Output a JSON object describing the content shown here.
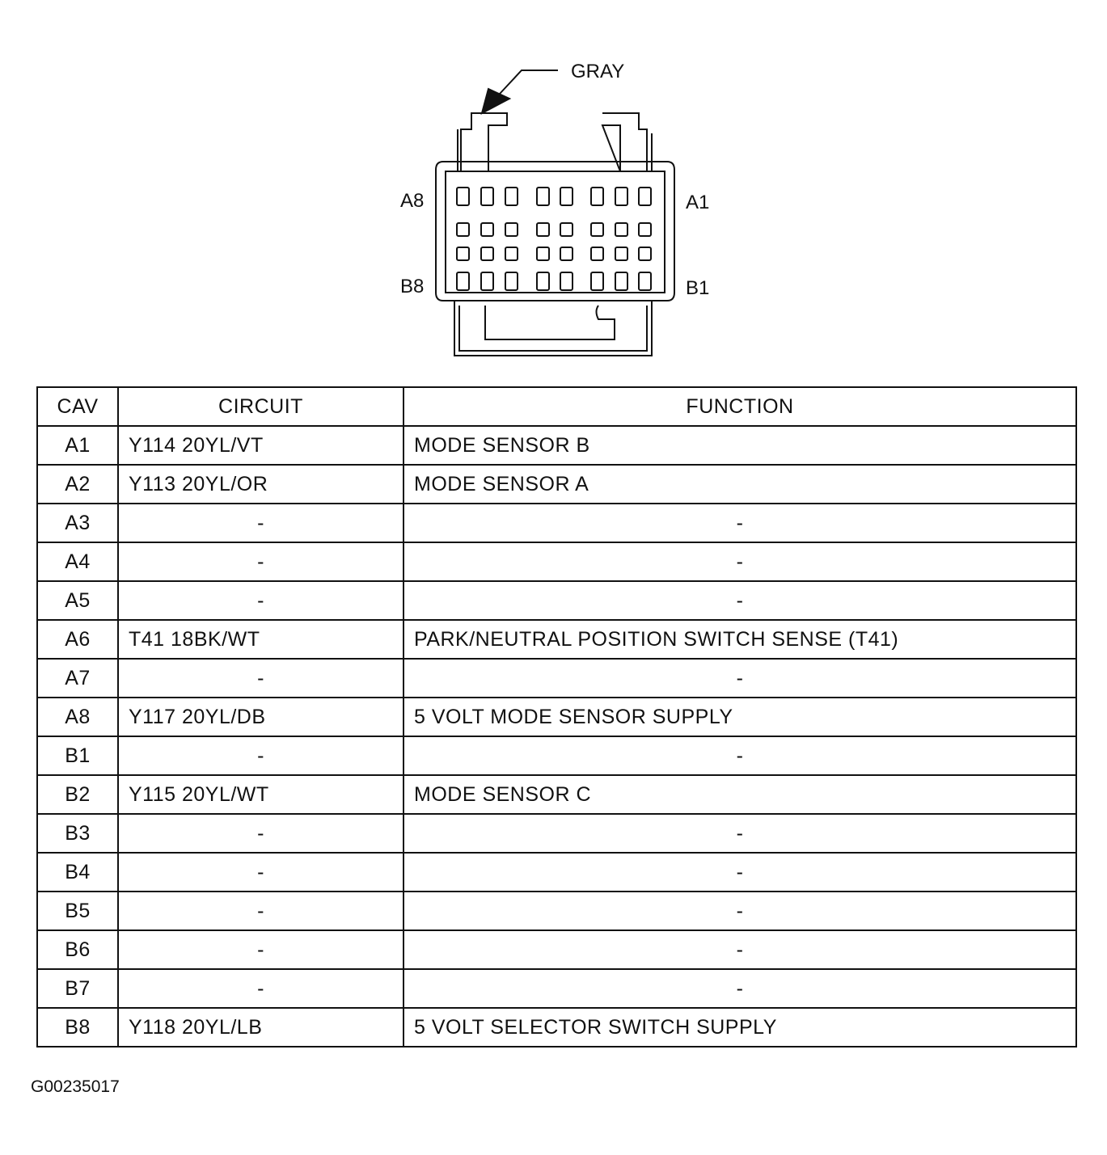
{
  "connector": {
    "color_label": "GRAY",
    "cavity_labels": {
      "top_left": "A8",
      "top_right": "A1",
      "bottom_left": "B8",
      "bottom_right": "B1"
    }
  },
  "table": {
    "headers": {
      "cav": "CAV",
      "circuit": "CIRCUIT",
      "function": "FUNCTION"
    },
    "rows": [
      {
        "cav": "A1",
        "circuit": "Y114 20YL/VT",
        "function": "MODE SENSOR B"
      },
      {
        "cav": "A2",
        "circuit": "Y113 20YL/OR",
        "function": "MODE SENSOR A"
      },
      {
        "cav": "A3",
        "circuit": "-",
        "function": "-"
      },
      {
        "cav": "A4",
        "circuit": "-",
        "function": "-"
      },
      {
        "cav": "A5",
        "circuit": "-",
        "function": "-"
      },
      {
        "cav": "A6",
        "circuit": "T41 18BK/WT",
        "function": "PARK/NEUTRAL POSITION SWITCH SENSE (T41)"
      },
      {
        "cav": "A7",
        "circuit": "-",
        "function": "-"
      },
      {
        "cav": "A8",
        "circuit": "Y117 20YL/DB",
        "function": "5 VOLT MODE SENSOR SUPPLY"
      },
      {
        "cav": "B1",
        "circuit": "-",
        "function": "-"
      },
      {
        "cav": "B2",
        "circuit": "Y115 20YL/WT",
        "function": "MODE SENSOR C"
      },
      {
        "cav": "B3",
        "circuit": "-",
        "function": "-"
      },
      {
        "cav": "B4",
        "circuit": "-",
        "function": "-"
      },
      {
        "cav": "B5",
        "circuit": "-",
        "function": "-"
      },
      {
        "cav": "B6",
        "circuit": "-",
        "function": "-"
      },
      {
        "cav": "B7",
        "circuit": "-",
        "function": "-"
      },
      {
        "cav": "B8",
        "circuit": "Y118 20YL/LB",
        "function": "5 VOLT SELECTOR SWITCH SUPPLY"
      }
    ]
  },
  "figure_id": "G00235017"
}
